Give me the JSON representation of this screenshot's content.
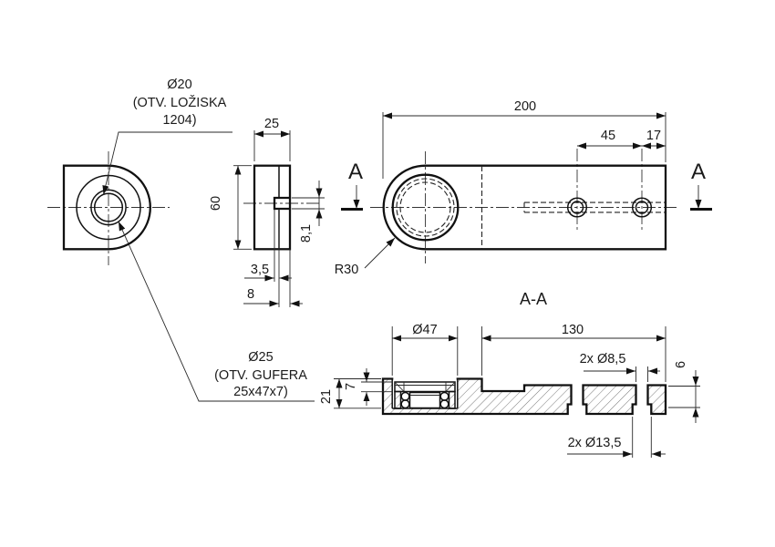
{
  "drawing": {
    "labels": {
      "bore20": [
        "Ø20",
        "(OTV. LOŽISKA",
        "1204)"
      ],
      "bore25": [
        "Ø25",
        "(OTV. GUFERA",
        "25x47x7)"
      ],
      "radius": "R30",
      "section_title": "A-A",
      "section_letter_left": "A",
      "section_letter_right": "A"
    },
    "dims": {
      "length": "200",
      "hole_spacing": "45",
      "hole_edge": "17",
      "width": "25",
      "height": "60",
      "notch_height": "8,1",
      "notch_depth": "3,5",
      "face_offset": "8",
      "bore": "Ø47",
      "step_length": "130",
      "small_holes": "2x Ø8,5",
      "counterbores": "2x Ø13,5",
      "thickness": "21",
      "seal_depth": "7",
      "cbore_depth": "6"
    },
    "colors": {
      "line": "#1a1a1a",
      "background": "#ffffff"
    }
  }
}
